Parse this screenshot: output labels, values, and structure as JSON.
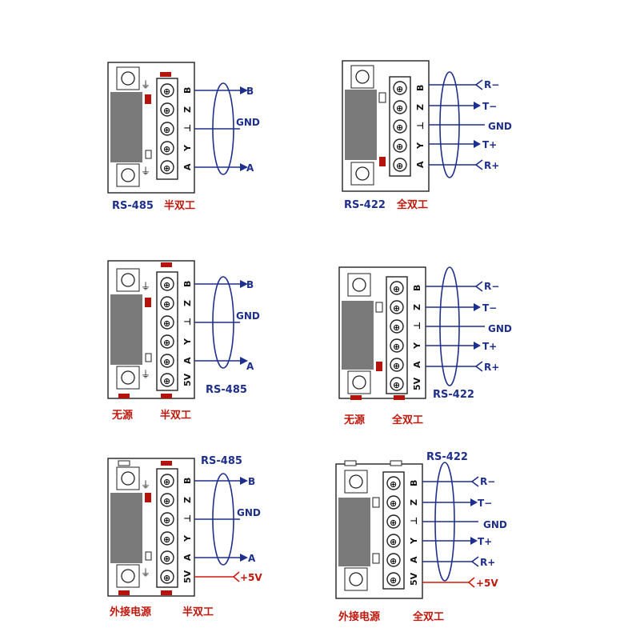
{
  "colors": {
    "wire_blue": "#1e2f8c",
    "wire_red": "#d01a0e",
    "caption_red": "#c0180c",
    "body_gray": "#7a7a7a",
    "led_red": "#b4140c"
  },
  "panels": [
    {
      "id": "rs485-half",
      "pins": [
        "B",
        "Z",
        "⊥",
        "Y",
        "A"
      ],
      "wire_labels": [
        "B",
        "GND",
        "A"
      ],
      "caption_parts": [
        "RS-485",
        "半双工"
      ],
      "power_label": null
    },
    {
      "id": "rs422-full",
      "pins": [
        "B",
        "Z",
        "⊥",
        "Y",
        "A"
      ],
      "wire_labels": [
        "R−",
        "T−",
        "GND",
        "T+",
        "R+"
      ],
      "caption_parts": [
        "RS-422",
        "全双工"
      ],
      "power_label": null
    },
    {
      "id": "rs485-half-nosrc",
      "pins": [
        "B",
        "Z",
        "⊥",
        "Y",
        "A",
        "5V"
      ],
      "wire_labels": [
        "B",
        "GND",
        "A"
      ],
      "side_label": "RS-485",
      "caption_parts": [
        "无源",
        "半双工"
      ],
      "power_label": null
    },
    {
      "id": "rs422-full-nosrc",
      "pins": [
        "B",
        "Z",
        "⊥",
        "Y",
        "A",
        "5V"
      ],
      "wire_labels": [
        "R−",
        "T−",
        "GND",
        "T+",
        "R+"
      ],
      "side_label": "RS-422",
      "caption_parts": [
        "无源",
        "全双工"
      ],
      "power_label": null
    },
    {
      "id": "rs485-half-ext",
      "pins": [
        "B",
        "Z",
        "⊥",
        "Y",
        "A",
        "5V"
      ],
      "wire_labels": [
        "B",
        "GND",
        "A"
      ],
      "top_label": "RS-485",
      "caption_parts": [
        "外接电源",
        "半双工"
      ],
      "power_label": "+5V"
    },
    {
      "id": "rs422-full-ext",
      "pins": [
        "B",
        "Z",
        "⊥",
        "Y",
        "A",
        "5V"
      ],
      "wire_labels": [
        "R−",
        "T−",
        "GND",
        "T+",
        "R+"
      ],
      "top_label": "RS-422",
      "caption_parts": [
        "外接电源",
        "全双工"
      ],
      "power_label": "+5V"
    }
  ]
}
